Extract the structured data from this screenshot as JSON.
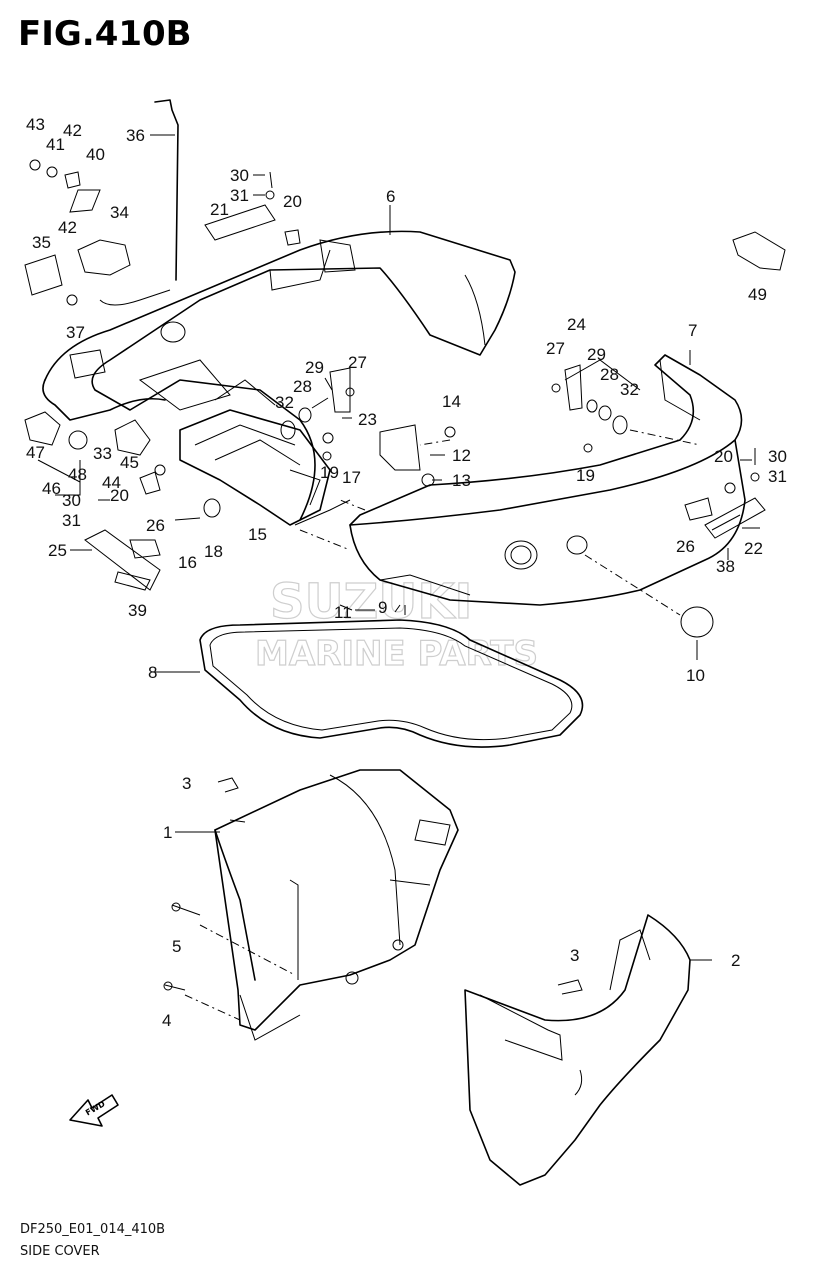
{
  "figure": {
    "title": "FIG.410B"
  },
  "footer": {
    "model_code": "DF250_E01_014_410B",
    "caption": "SIDE COVER"
  },
  "watermark": {
    "brand": "SUZUKI",
    "sub": "MARINE PARTS"
  },
  "callouts": {
    "c43": "43",
    "c41": "41",
    "c42a": "42",
    "c40": "40",
    "c42b": "42",
    "c36": "36",
    "c34": "34",
    "c35": "35",
    "c37": "37",
    "c30a": "30",
    "c31a": "31",
    "c21": "21",
    "c20a": "20",
    "c6": "6",
    "c49": "49",
    "c24": "24",
    "c7": "7",
    "c27a": "27",
    "c29a": "29",
    "c28a": "28",
    "c32a": "32",
    "c29b": "29",
    "c27b": "27",
    "c28b": "28",
    "c32b": "32",
    "c23": "23",
    "c14": "14",
    "c12": "12",
    "c13": "13",
    "c19a": "19",
    "c17": "17",
    "c19b": "19",
    "c47": "47",
    "c48": "48",
    "c33": "33",
    "c45": "45",
    "c44": "44",
    "c46": "46",
    "c30b": "30",
    "c20b": "20",
    "c31b": "31",
    "c26a": "26",
    "c25": "25",
    "c16": "16",
    "c18": "18",
    "c15": "15",
    "c39": "39",
    "c20c": "20",
    "c30c": "30",
    "c31c": "31",
    "c22": "22",
    "c26b": "26",
    "c38": "38",
    "c11": "11",
    "c9": "9",
    "c10": "10",
    "c8": "8",
    "c3a": "3",
    "c1": "1",
    "c5": "5",
    "c4": "4",
    "c3b": "3",
    "c2": "2"
  },
  "fwd_label": "FWD"
}
